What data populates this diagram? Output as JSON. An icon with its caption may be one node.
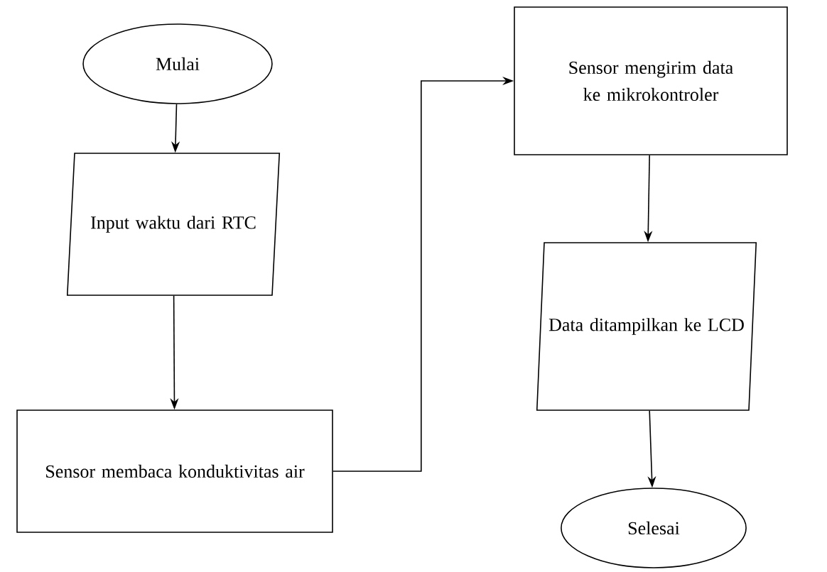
{
  "diagram": {
    "nodes": [
      {
        "text": [
          "Mulai"
        ]
      },
      {
        "text": [
          "Input waktu dari RTC"
        ]
      },
      {
        "text": [
          "Sensor membaca konduktivitas air"
        ]
      },
      {
        "text": [
          "Sensor mengirim data ke mikrokontroler"
        ]
      },
      {
        "text": [
          "Data ditampilkan ke LCD"
        ]
      },
      {
        "text": [
          "Selesai"
        ]
      }
    ],
    "edges": [
      {
        "from": 0,
        "to": 1,
        "arrow": "to"
      },
      {
        "from": 1,
        "to": 2,
        "arrow": "to"
      },
      {
        "from": 2,
        "to": 3,
        "arrow": "to"
      },
      {
        "from": 3,
        "to": 4,
        "arrow": "to"
      },
      {
        "from": 4,
        "to": 5,
        "arrow": "to"
      }
    ]
  }
}
